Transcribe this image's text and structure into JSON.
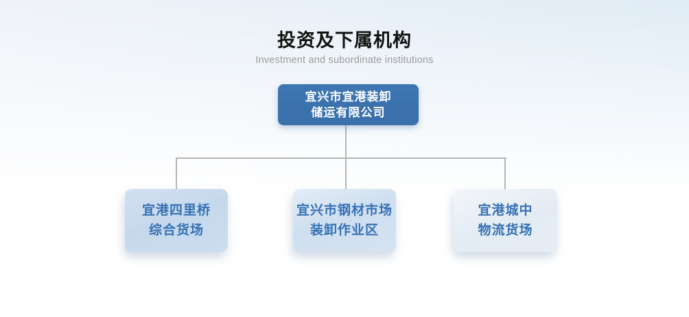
{
  "header": {
    "title": "投资及下属机构",
    "subtitle": "Investment and subordinate institutions"
  },
  "org_chart": {
    "type": "org-tree",
    "root": {
      "line1": "宜兴市宜港装卸",
      "line2": "储运有限公司"
    },
    "children": [
      {
        "line1": "宜港四里桥",
        "line2": "综合货场"
      },
      {
        "line1": "宜兴市钢材市场",
        "line2": "装卸作业区"
      },
      {
        "line1": "宜港城中",
        "line2": "物流货场"
      }
    ]
  },
  "colors": {
    "title_text": "#111111",
    "subtitle_text": "#9b9b9b",
    "root_bg": "#3a71ad",
    "root_text": "#ffffff",
    "child_text": "#3571b4",
    "child_bg_1": "#c6d9ec",
    "child_bg_2": "#cfdfef",
    "child_bg_3": "#e3ebf3",
    "connector": "#b5b5b5"
  }
}
